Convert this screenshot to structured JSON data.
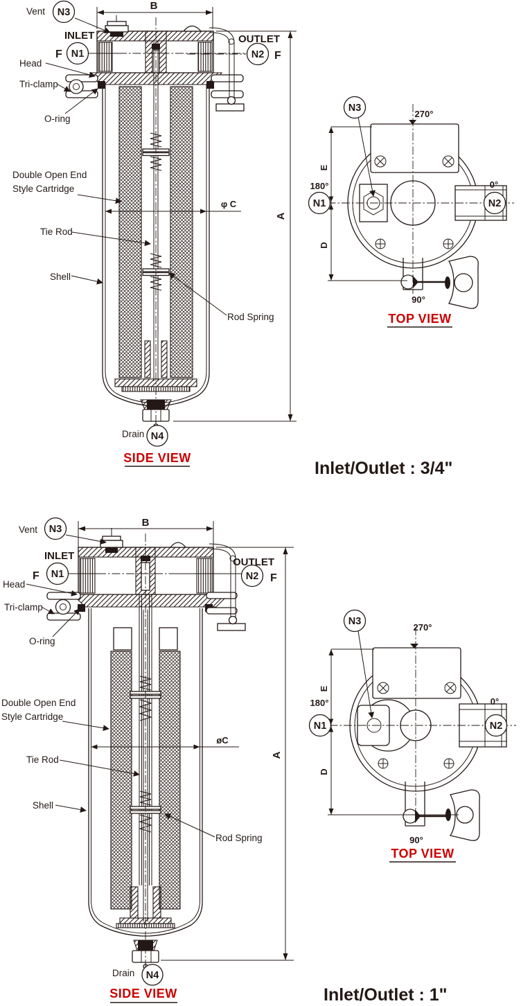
{
  "colors": {
    "ink": "#231815",
    "red": "#cc0000",
    "background": "#ffffff"
  },
  "caption1": "Inlet/Outlet : 3/4\"",
  "caption2": "Inlet/Outlet : 1\"",
  "d1": {
    "side": {
      "title": "SIDE VIEW",
      "vent": "Vent",
      "n3": "N3",
      "dim_b": "B",
      "inlet": "INLET",
      "f_in": "F",
      "n1": "N1",
      "outlet": "OUTLET",
      "n2": "N2",
      "f_out": "F",
      "head": "Head",
      "tri_clamp": "Tri-clamp",
      "o_ring": "O-ring",
      "cartridge_1": "Double Open End",
      "cartridge_2": "Style Cartridge",
      "tie_rod": "Tie Rod",
      "shell": "Shell",
      "rod_spring": "Rod Spring",
      "dim_c": "φ C",
      "dim_a": "A",
      "drain": "Drain",
      "n4": "N4"
    },
    "top": {
      "title": "TOP VIEW",
      "n3": "N3",
      "deg_270": "270°",
      "deg_180": "180°",
      "deg_0": "0°",
      "deg_90": "90°",
      "n1": "N1",
      "n2": "N2",
      "dim_e": "E",
      "dim_d": "D"
    }
  },
  "d2": {
    "side": {
      "title": "SIDE VIEW",
      "vent": "Vent",
      "n3": "N3",
      "dim_b": "B",
      "inlet": "INLET",
      "f_in": "F",
      "n1": "N1",
      "outlet": "OUTLET",
      "n2": "N2",
      "f_out": "F",
      "head": "Head",
      "tri_clamp": "Tri-clamp",
      "o_ring": "O-ring",
      "cartridge_1": "Double Open End",
      "cartridge_2": "Style Cartridge",
      "tie_rod": "Tie Rod",
      "shell": "Shell",
      "rod_spring": "Rod Spring",
      "dim_c": "øC",
      "dim_a": "A",
      "drain": "Drain",
      "n4": "N4"
    },
    "top": {
      "title": "TOP VIEW",
      "n3": "N3",
      "deg_270": "270°",
      "deg_180": "180°",
      "deg_0": "0°",
      "deg_90": "90°",
      "n1": "N1",
      "n2": "N2",
      "dim_e": "E",
      "dim_d": "D"
    }
  }
}
